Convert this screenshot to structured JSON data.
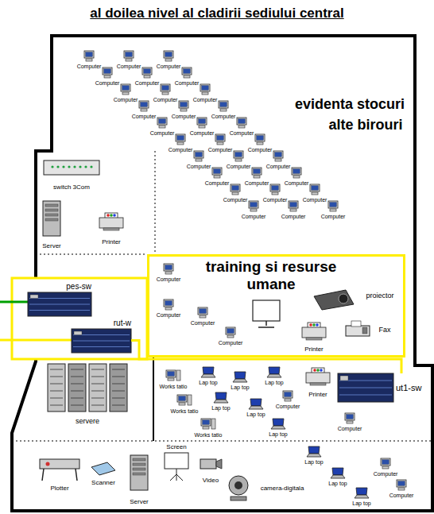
{
  "diagram": {
    "title": "al doilea nivel al cladirii sediului central",
    "nodes": [
      {
        "text": [
          "training si resurse umane"
        ]
      },
      {
        "text": [
          "pes-sw"
        ]
      },
      {
        "text": [
          "rut-w"
        ]
      },
      {
        "text": [
          "ut1-sw"
        ]
      }
    ],
    "edges": [
      {
        "from": 2,
        "to": 3,
        "arrow": "none"
      }
    ],
    "labels": [
      "evidenta stocuri",
      "alte birouri",
      "Computer",
      "Computer",
      "Computer",
      "Computer",
      "Computer",
      "Computer",
      "Computer",
      "Computer",
      "Computer",
      "Computer",
      "Computer",
      "Computer",
      "Computer",
      "Computer",
      "Computer",
      "Computer",
      "Computer",
      "Computer",
      "Computer",
      "Computer",
      "Computer",
      "Computer",
      "Computer",
      "Computer",
      "Computer",
      "Computer",
      "Computer",
      "Computer",
      "Computer",
      "Computer",
      "switch 3Com",
      "Server",
      "Printer",
      "Computer",
      "Computer",
      "Computer",
      "Computer",
      "proiector",
      "Fax",
      "Printer",
      "servere",
      "Works tatio",
      "Lap top",
      "Lap top",
      "Lap top",
      "Printer",
      "Works tatio",
      "Lap top",
      "Lap top",
      "Computer",
      "Works tatio",
      "Lap top",
      "Computer",
      "Plotter",
      "Scanner",
      "Server",
      "Screen",
      "Video",
      "camera-digitala",
      "Lap top",
      "Lap top",
      "Lap top",
      "Computer",
      "Computer"
    ]
  }
}
